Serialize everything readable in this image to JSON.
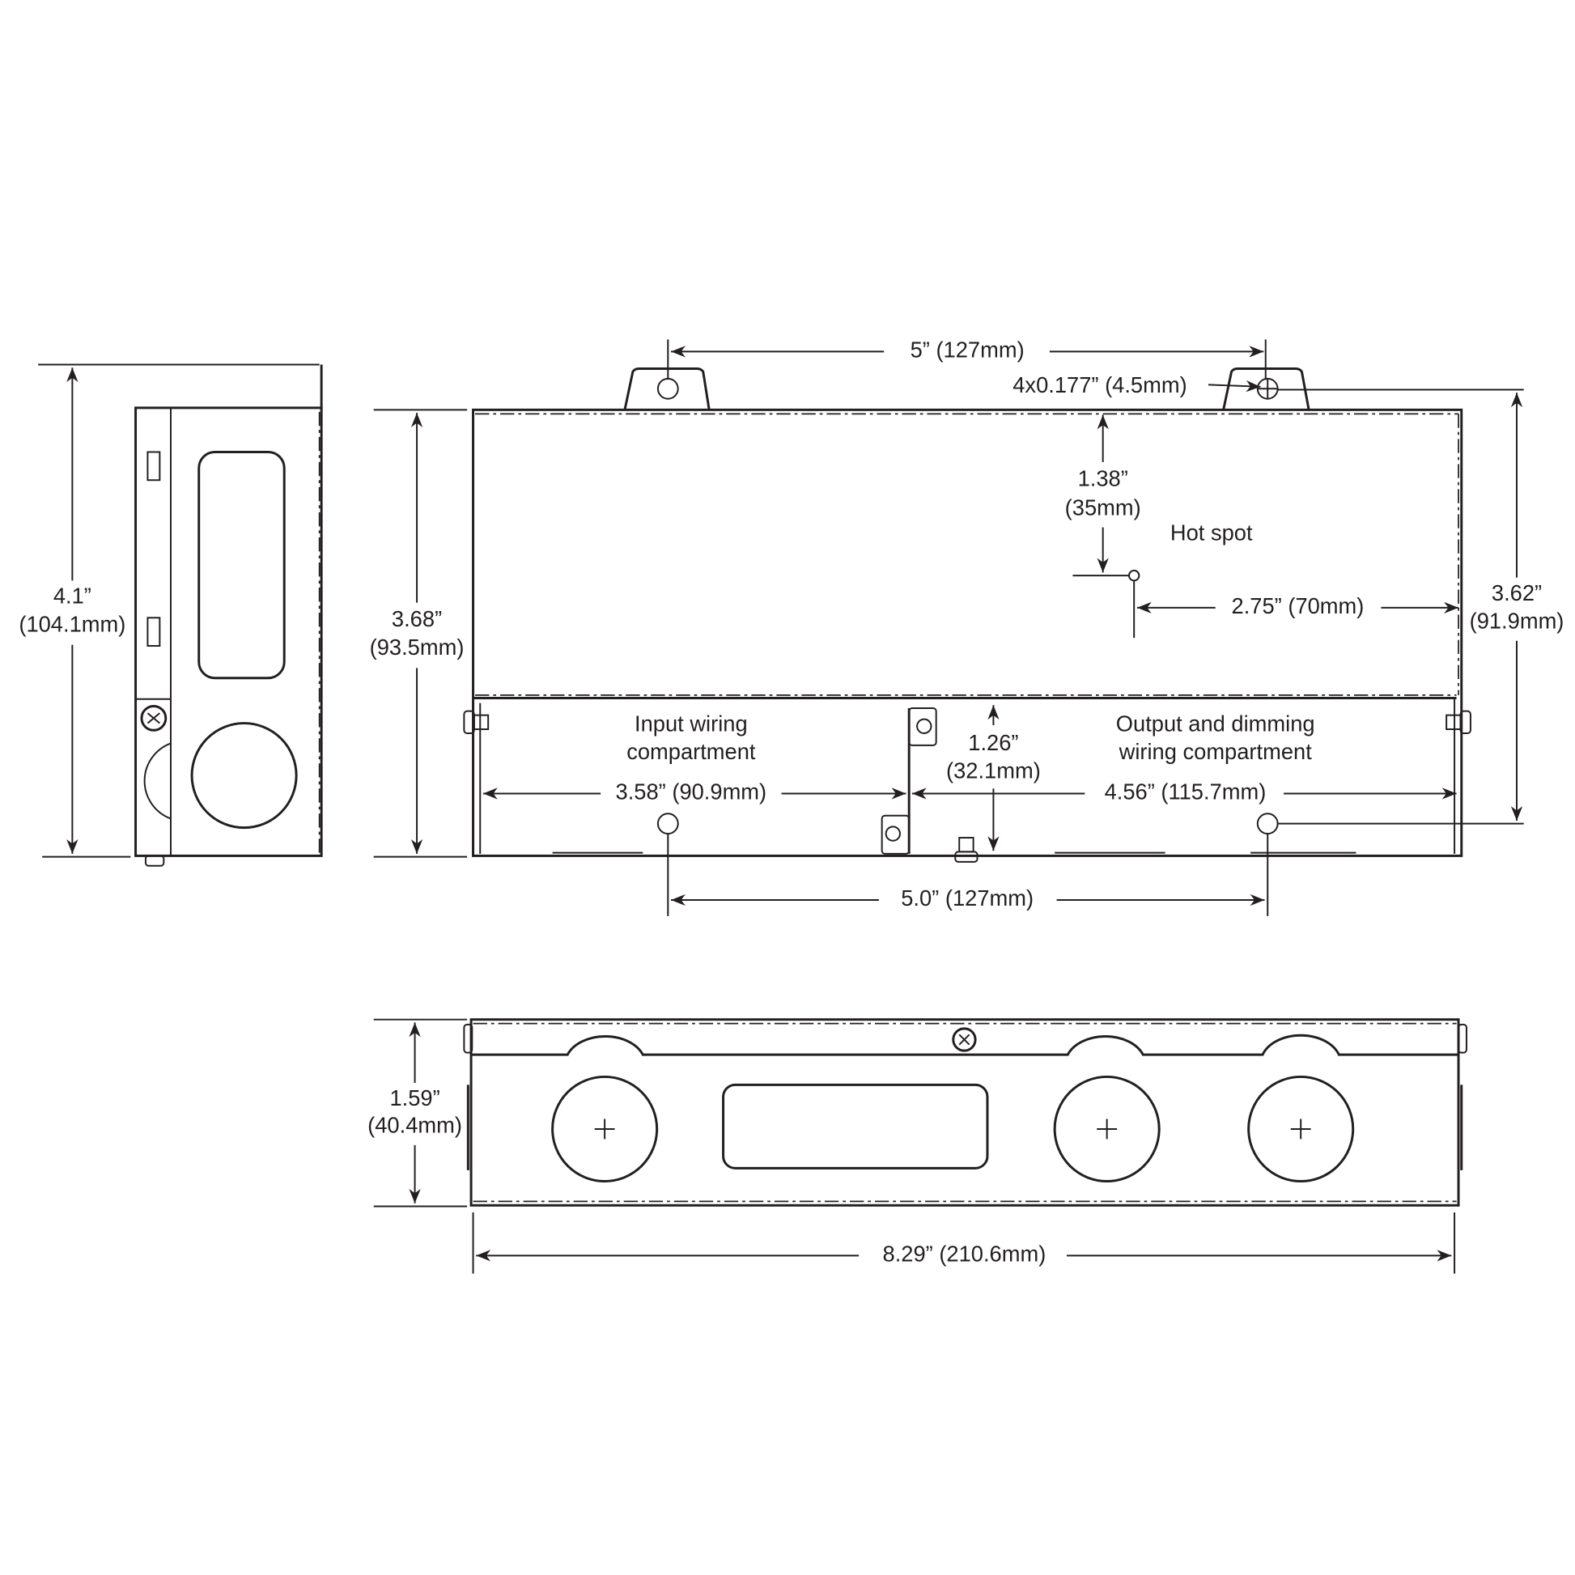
{
  "side_view": {
    "height_in": "4.1”",
    "height_mm": "(104.1mm)"
  },
  "front_view": {
    "mount_spacing_top": "5” (127mm)",
    "mount_hole": "4x0.177” (4.5mm)",
    "height_in": "3.68”",
    "height_mm": "(93.5mm)",
    "hole_spacing_vertical_in": "3.62”",
    "hole_spacing_vertical_mm": "(91.9mm)",
    "hotspot_top_in": "1.38”",
    "hotspot_top_mm": "(35mm)",
    "hotspot_label": "Hot spot",
    "hotspot_side": "2.75” (70mm)",
    "input_label_1": "Input wiring",
    "input_label_2": "compartment",
    "output_label_1": "Output and dimming",
    "output_label_2": "wiring compartment",
    "compartment_height_in": "1.26”",
    "compartment_height_mm": "(32.1mm)",
    "input_width": "3.58” (90.9mm)",
    "output_width": "4.56” (115.7mm)",
    "mount_spacing_bottom": "5.0” (127mm)"
  },
  "bottom_view": {
    "height_in": "1.59”",
    "height_mm": "(40.4mm)",
    "length": "8.29” (210.6mm)"
  }
}
